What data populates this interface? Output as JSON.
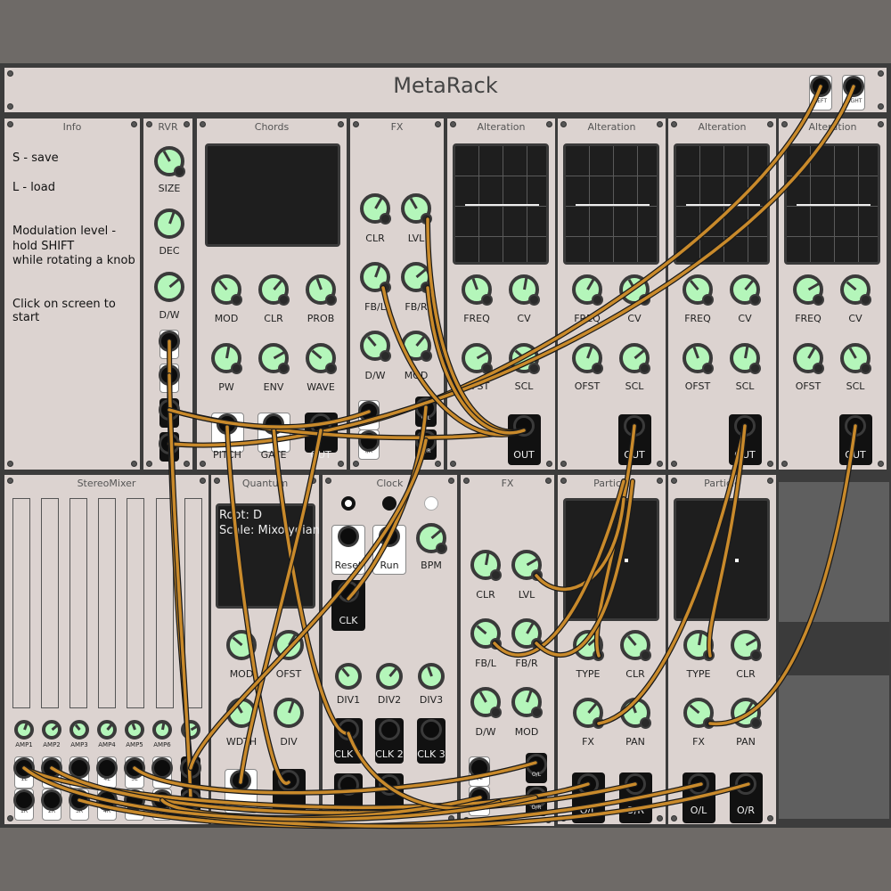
{
  "header": {
    "title": "MetaRack",
    "outputs": [
      "LEFT",
      "RIGHT"
    ]
  },
  "info": {
    "title": "Info",
    "lines": [
      "S - save",
      "L - load",
      "Modulation level -",
      "hold SHIFT",
      "while rotating a knob",
      "Click on screen to start"
    ]
  },
  "rvr": {
    "title": "RVR",
    "knobs": [
      "SIZE",
      "DEC",
      "D/W"
    ]
  },
  "chords": {
    "title": "Chords",
    "knobs": [
      "MOD",
      "CLR",
      "PROB",
      "PW",
      "ENV",
      "WAVE"
    ],
    "jacks": [
      "PITCH",
      "GATE",
      "OUT"
    ]
  },
  "fx1": {
    "title": "FX",
    "knobs": [
      "CLR",
      "LVL",
      "FB/L",
      "FB/R",
      "D/W",
      "MOD"
    ],
    "jacks": [
      "I/L",
      "I/R",
      "O/L",
      "O/R"
    ]
  },
  "alteration": [
    {
      "title": "Alteration",
      "knobs": [
        "FREQ",
        "CV",
        "OFST",
        "SCL"
      ],
      "jack": "OUT"
    },
    {
      "title": "Alteration",
      "knobs": [
        "FREQ",
        "CV",
        "OFST",
        "SCL"
      ],
      "jack": "OUT"
    },
    {
      "title": "Alteration",
      "knobs": [
        "FREQ",
        "CV",
        "OFST",
        "SCL"
      ],
      "jack": "OUT"
    },
    {
      "title": "Alteration",
      "knobs": [
        "FREQ",
        "CV",
        "OFST",
        "SCL"
      ],
      "jack": "OUT"
    }
  ],
  "mixer": {
    "title": "StereoMixer",
    "knobs": [
      "AMP1",
      "AMP2",
      "AMP3",
      "AMP4",
      "AMP5",
      "AMP6"
    ],
    "jacks_l": [
      "1L",
      "2L",
      "3L",
      "4L",
      "5L",
      "6L"
    ],
    "jacks_r": [
      "1R",
      "2R",
      "3R",
      "4R",
      "5R",
      "6R"
    ]
  },
  "quantum": {
    "title": "Quantum",
    "screen": [
      "Root: D",
      "Scale: Mixolydian"
    ],
    "knobs": [
      "MOD",
      "OFST",
      "WDTH",
      "DIV"
    ]
  },
  "clock": {
    "title": "Clock",
    "buttons": [
      "Reset",
      "Run"
    ],
    "knobs": [
      "BPM",
      "DIV1",
      "DIV2",
      "DIV3"
    ],
    "jacks": [
      "CLK",
      "CLK 1",
      "CLK 2",
      "CLK 3",
      "Reset",
      "Run"
    ]
  },
  "fx2": {
    "title": "FX",
    "knobs": [
      "CLR",
      "LVL",
      "FB/L",
      "FB/R",
      "D/W",
      "MOD"
    ],
    "jacks": [
      "I/L",
      "I/R",
      "O/L",
      "O/R"
    ]
  },
  "particle": [
    {
      "title": "Particle",
      "knobs": [
        "TYPE",
        "CLR",
        "FX",
        "PAN"
      ],
      "jacks": [
        "O/L",
        "O/R"
      ]
    },
    {
      "title": "Particle",
      "knobs": [
        "TYPE",
        "CLR",
        "FX",
        "PAN"
      ],
      "jacks": [
        "O/L",
        "O/R"
      ]
    }
  ],
  "colors": {
    "panel": "#dcd3d0",
    "knob": "#b4f6ba",
    "cable": "#c98a2b",
    "rack": "#3c3c3c"
  }
}
